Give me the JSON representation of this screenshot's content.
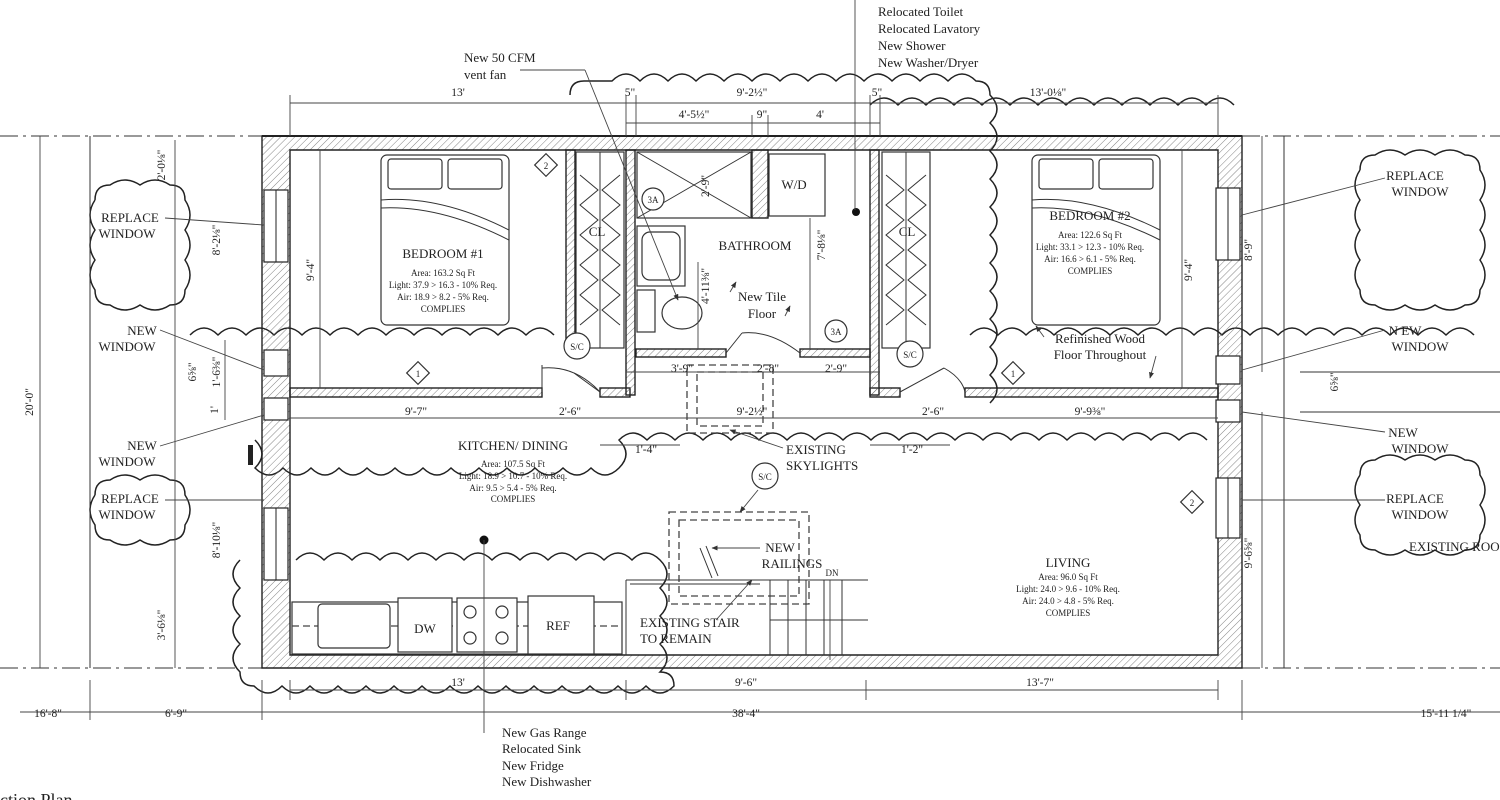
{
  "title": "ction Plan",
  "rooms": {
    "bedroom1": {
      "name": "BEDROOM #1",
      "area": "Area: 163.2 Sq Ft",
      "light": "Light: 37.9  > 16.3 - 10% Req.",
      "air": "Air: 18.9 > 8.2 - 5% Req.",
      "status": "COMPLIES"
    },
    "bedroom2": {
      "name": "BEDROOM #2",
      "area": "Area: 122.6 Sq Ft",
      "light": "Light: 33.1  > 12.3 - 10% Req.",
      "air": "Air: 16.6 > 6.1 - 5% Req.",
      "status": "COMPLIES"
    },
    "kitchen": {
      "name": "KITCHEN/ DINING",
      "area": "Area: 107.5 Sq Ft",
      "light": "Light: 18.9  > 10.7 - 10% Req.",
      "air": "Air: 9.5 > 5.4 - 5% Req.",
      "status": "COMPLIES"
    },
    "living": {
      "name": "LIVING",
      "area": "Area: 96.0 Sq Ft",
      "light": "Light: 24.0  > 9.6 - 10% Req.",
      "air": "Air: 24.0 > 4.8 - 5% Req.",
      "status": "COMPLIES"
    },
    "bathroom": {
      "name": "BATHROOM"
    }
  },
  "fixtures": {
    "wd": "W/D",
    "cl": "CL",
    "dw": "DW",
    "ref": "REF",
    "sc": "S/C",
    "dn": "DN"
  },
  "tags": {
    "t1": "1",
    "t2": "2",
    "t3a": "3A"
  },
  "notes": {
    "top_bath": [
      "Relocated Toilet",
      "Relocated Lavatory",
      "New Shower",
      "New Washer/Dryer"
    ],
    "vent_fan": [
      "New 50 CFM",
      "vent fan"
    ],
    "tile": [
      "New Tile",
      "Floor"
    ],
    "wood": [
      "Refinished Wood",
      "Floor Throughout"
    ],
    "skylights": [
      "EXISTING",
      "SKYLIGHTS"
    ],
    "railings": [
      "NEW",
      "RAILINGS"
    ],
    "stair": [
      "EXISTING STAIR",
      "TO REMAIN"
    ],
    "kitchen_items": [
      "New Gas Range",
      "Relocated Sink",
      "New Fridge",
      "New Dishwasher"
    ],
    "replace_window": [
      "REPLACE",
      "WINDOW"
    ],
    "new_window": [
      "NEW",
      "WINDOW"
    ],
    "new_window_r": [
      "N EW",
      "WINDOW"
    ],
    "existing_roof": "EXISTING ROO"
  },
  "dims": {
    "top": {
      "d13": "13'",
      "d5a": "5\"",
      "d92": "9'-2½\"",
      "d5b": "5\"",
      "d1305": "13'-0⅛\"",
      "d455": "4'-5½\"",
      "d9": "9\"",
      "d4": "4'"
    },
    "bottom": {
      "d13": "13'",
      "d96": "9'-6\"",
      "d137": "13'-7\"",
      "d168": "16'-8\"",
      "d69": "6'-9\"",
      "d384": "38'-4\"",
      "d1511": "15'-11 1/4\""
    },
    "mid": {
      "d97": "9'-7\"",
      "d26a": "2'-6\"",
      "d39": "3'-9\"",
      "d28": "2'-8\"",
      "d29": "2'-9\"",
      "d26b": "2'-6\"",
      "d992": "9'-9⅜\"",
      "d922": "9'-2½\"",
      "d14": "1'-4\"",
      "d12": "1'-2\""
    },
    "vertical": {
      "d20": "20'-0\"",
      "d201": "2'-0⅛\"",
      "d822": "8'-2⅛\"",
      "d94a": "9'-4\"",
      "d94b": "9'-4\"",
      "d89": "8'-9\"",
      "d65a": "6⅝\"",
      "d165": "1'-6⅜\"",
      "d1": "1'",
      "d8108": "8'-10⅛\"",
      "d365": "3'-6⅛\"",
      "d78": "7'-8⅛\"",
      "d29": "2'-9\"",
      "d411": "4'-11⅜\"",
      "d65b": "6⅝\"",
      "d96r": "9'-6⅝\""
    }
  }
}
